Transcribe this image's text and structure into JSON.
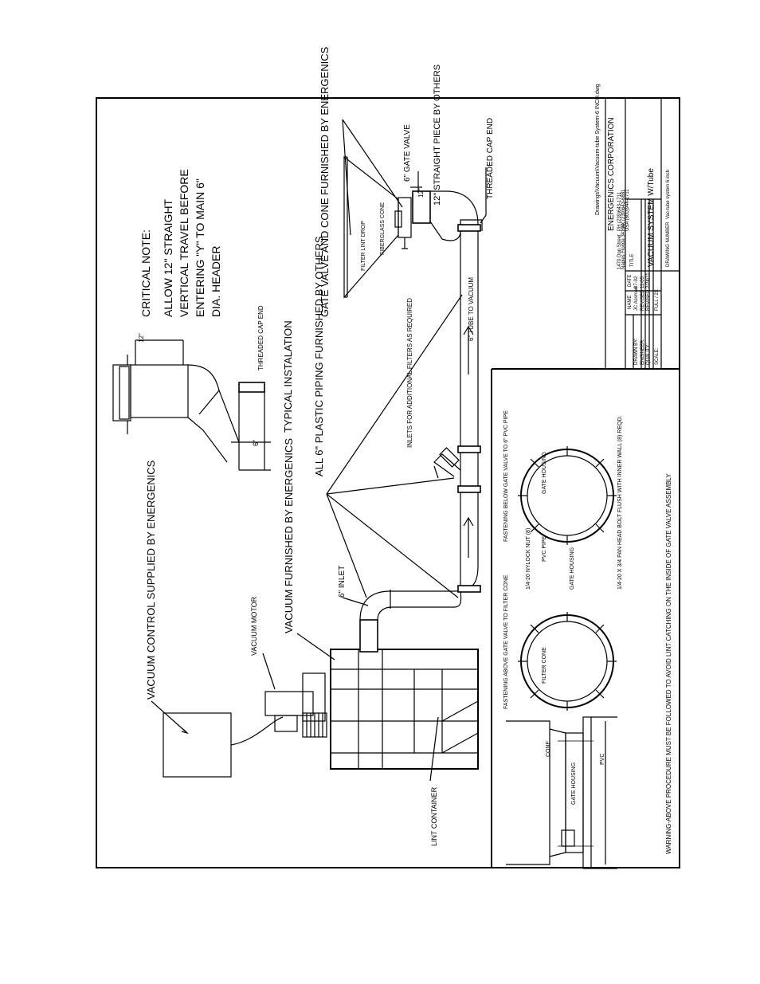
{
  "notes": {
    "vacuum_control": "VACUUM CONTROL SUPPLIED BY ENERGENICS",
    "vacuum_motor": "VACUUM MOTOR",
    "vacuum_furnished": "VACUUM FURNISHED BY ENERGENICS",
    "inlet_6": "6\" INLET",
    "all_piping": "ALL 6\" PLASTIC PIPING FURNISHED BY OTHERS",
    "inlets_additional": "INLETS FOR ADDITIONAL FILTERS AS REQUIRED",
    "tube_to_vacuum": "6\" TUBE TO VACUUM",
    "lint_container": "LINT CONTAINER",
    "threaded_cap_end_1": "THREADED CAP END",
    "threaded_cap_end_2": "THREADED CAP END",
    "typical_installation": "TYPICAL INSTALATION",
    "dim_6": "6\"",
    "dim_12_top": "12\"",
    "dim_12_right": "12\"",
    "critical_note": "CRITICAL NOTE:",
    "critical_line1": "ALLOW 12\" STRAIGHT",
    "critical_line2": "VERTICAL TRAVEL BEFORE",
    "critical_line3": "ENTERING \"Y\" TO MAIN 6\"",
    "critical_line4": "DIA. HEADER",
    "gate_valve_cone": "GATE VALVE AND CONE FURNISHED BY ENERGENICS",
    "filter_lint_drop": "FILTER LINT DROP",
    "fiberglass_cone": "FIBERGLASS CONE",
    "gate_valve_6": "6\" GATE VALVE",
    "straight_piece": "12\" STRAIGHT PIECE BY OTHERS"
  },
  "details": {
    "cone": "CONE",
    "gate_housing": "GATE HOUSING",
    "pvc": "PVC",
    "fastening_above": "FASTENING ABOVE GATE VALVE TO FILTER CONE",
    "filter_cone": "FILTER CONE",
    "nylock_nut": "1/4-20 NYLOCK NUT (8)",
    "pvc_pipe": "PVC PIPE",
    "gate_housing_2": "GATE HOUSING",
    "pan_head_bolt": "1/4-20 X 3/4 PAN HEAD BOLT FLUSH WITH INNER WALL (8) REQD.",
    "fastening_below": "FASTENING BELOW GATE VALVE TO 6\" PVC PIPE",
    "gate_housing_3": "GATE HOUSING",
    "warning": "WARNING-ABOVE PROCEDURE MUST BE FOLLOWED TO AVOID LINT CATCHING ON THE INSIDE OF GATE VALVE ASSEMBLY"
  },
  "title_block": {
    "file_path": "Drawings\\Vacuum\\Vacuum-tube System-6 INCH.dwg",
    "company": "ENERGENICS CORPORATION",
    "address1": "1470 Don Street",
    "address2": "Naples Florida 34104",
    "phone": "PH (239)643-1711",
    "fax": "FAX (239)643-6881",
    "usa": "USA (800)944-1711",
    "name_h": "NAME",
    "date_h": "DATE",
    "title_h": "TITLE",
    "drawn_by": "DRAWN BY:",
    "drawn_name": "JC Assman",
    "drawn_date": "07-02",
    "engineer": "ENGINEER:",
    "revised1": "REVISED",
    "revised1_date": "11-05",
    "quality": "QUALITY:",
    "revised2": "REVISED",
    "revised2_date": "2/24/11",
    "title": "VACUUM SYSTEM W/Tube",
    "scale": "SCALE:",
    "scale_val": "FULL / 2X",
    "drawing_number_h": "DRAWING NUMBER",
    "drawing_number": "Vac-tube system 6 inch"
  }
}
